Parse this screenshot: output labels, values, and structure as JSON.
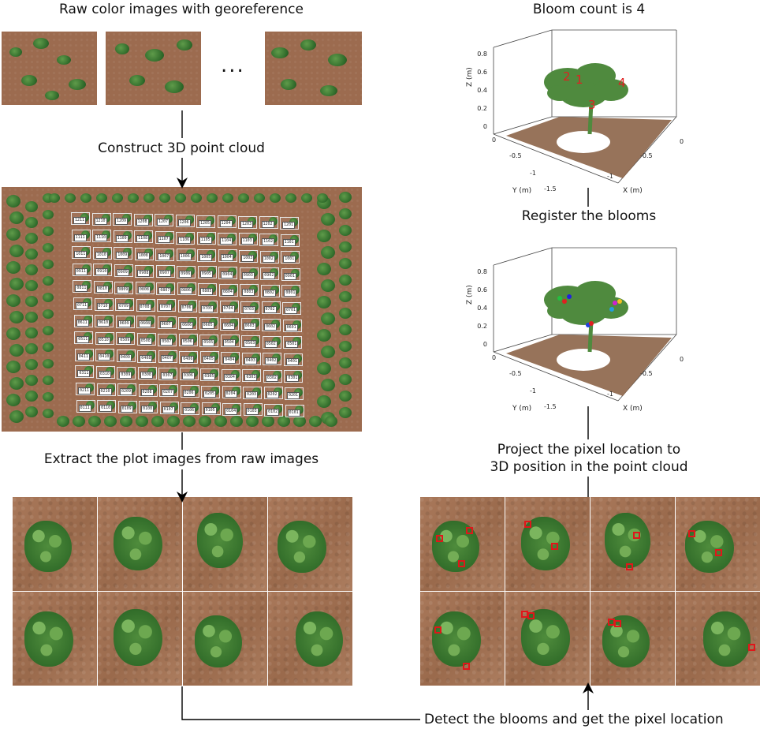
{
  "left": {
    "raw_title": "Raw color images with georeference",
    "ellipsis": "...",
    "construct": "Construct 3D point cloud",
    "extract": "Extract the plot images from raw images"
  },
  "right": {
    "bloom_count": "Bloom count is 4",
    "register": "Register the blooms",
    "project_line1": "Project the pixel location to",
    "project_line2": "3D position in the point cloud",
    "detect": "Detect the blooms and get the pixel location"
  },
  "plot3d": {
    "z_label": "Z (m)",
    "y_label": "Y (m)",
    "x_label": "X (m)",
    "z_ticks": [
      "0",
      "0.2",
      "0.4",
      "0.6",
      "0.8"
    ],
    "y_ticks": [
      "-1.5",
      "-1",
      "-0.5",
      "0"
    ],
    "x_ticks": [
      "-1",
      "-0.5",
      "0"
    ],
    "bloom_numbers": [
      "1",
      "2",
      "3",
      "4"
    ],
    "bloom_number_color": "#e02020"
  },
  "plot_labels": [
    [
      "1211",
      "1210",
      "1209",
      "1208",
      "1207",
      "1206",
      "1205",
      "1204",
      "1203",
      "1202",
      "1201"
    ],
    [
      "1111",
      "1110",
      "1109",
      "1108",
      "1107",
      "1106",
      "1105",
      "1104",
      "1103",
      "1102",
      "1101"
    ],
    [
      "1011",
      "1010",
      "1009",
      "1008",
      "1007",
      "1006",
      "1005",
      "1004",
      "1003",
      "1002",
      "1001"
    ],
    [
      "0911",
      "0910",
      "0909",
      "0908",
      "0907",
      "0906",
      "0905",
      "0904",
      "0903",
      "0902",
      "0901"
    ],
    [
      "0811",
      "0810",
      "0809",
      "0808",
      "0807",
      "0806",
      "0805",
      "0804",
      "0803",
      "0802",
      "0801"
    ],
    [
      "0711",
      "0710",
      "0709",
      "0708",
      "0707",
      "0706",
      "0705",
      "0704",
      "0703",
      "0702",
      "0701"
    ],
    [
      "0611",
      "0610",
      "0609",
      "0608",
      "0607",
      "0606",
      "0605",
      "0604",
      "0603",
      "0602",
      "0601"
    ],
    [
      "0511",
      "0510",
      "0509",
      "0508",
      "0507",
      "0506",
      "0505",
      "0504",
      "0503",
      "0502",
      "0501"
    ],
    [
      "0411",
      "0410",
      "0409",
      "0408",
      "0407",
      "0406",
      "0405",
      "0404",
      "0403",
      "0402",
      "0401"
    ],
    [
      "0311",
      "0310",
      "0309",
      "0308",
      "0307",
      "0306",
      "0305",
      "0304",
      "0303",
      "0302",
      "0301"
    ],
    [
      "0211",
      "0210",
      "0209",
      "0208",
      "0207",
      "0206",
      "0205",
      "0204",
      "0203",
      "0202",
      "0201"
    ],
    [
      "0111",
      "0110",
      "0109",
      "0108",
      "0107",
      "0106",
      "0105",
      "0104",
      "0103",
      "0102",
      "0101"
    ]
  ]
}
